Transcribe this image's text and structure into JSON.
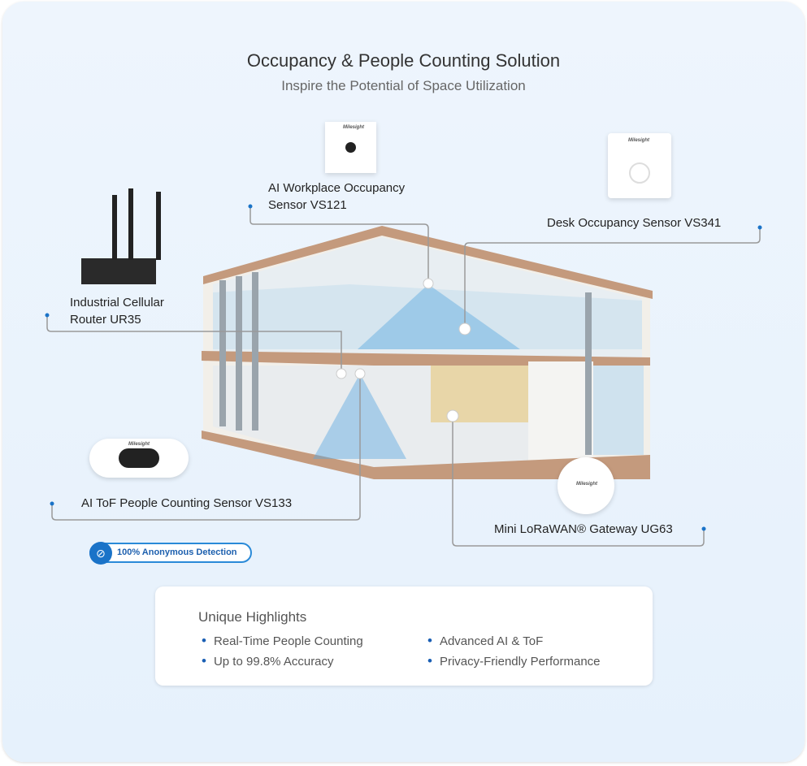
{
  "header": {
    "title": "Occupancy & People Counting Solution",
    "subtitle": "Inspire the Potential of Space Utilization"
  },
  "brand": "Milesight",
  "devices": [
    {
      "line1": "AI Workplace Occupancy",
      "line2": "Sensor VS121"
    },
    {
      "line1": "Desk Occupancy Sensor VS341"
    },
    {
      "line1": "Industrial Cellular",
      "line2": "Router UR35"
    },
    {
      "line1": "AI ToF People Counting Sensor VS133"
    },
    {
      "line1": "Mini LoRaWAN® Gateway UG63"
    }
  ],
  "badge": {
    "text": "100% Anonymous Detection",
    "icon": "eye-off-icon"
  },
  "highlights": {
    "title": "Unique Highlights",
    "items": [
      "Real-Time People Counting",
      "Up to 99.8% Accuracy",
      "Advanced AI & ToF",
      "Privacy-Friendly Performance"
    ]
  },
  "colors": {
    "accent": "#1a73c8",
    "line": "#9a9a9a"
  }
}
